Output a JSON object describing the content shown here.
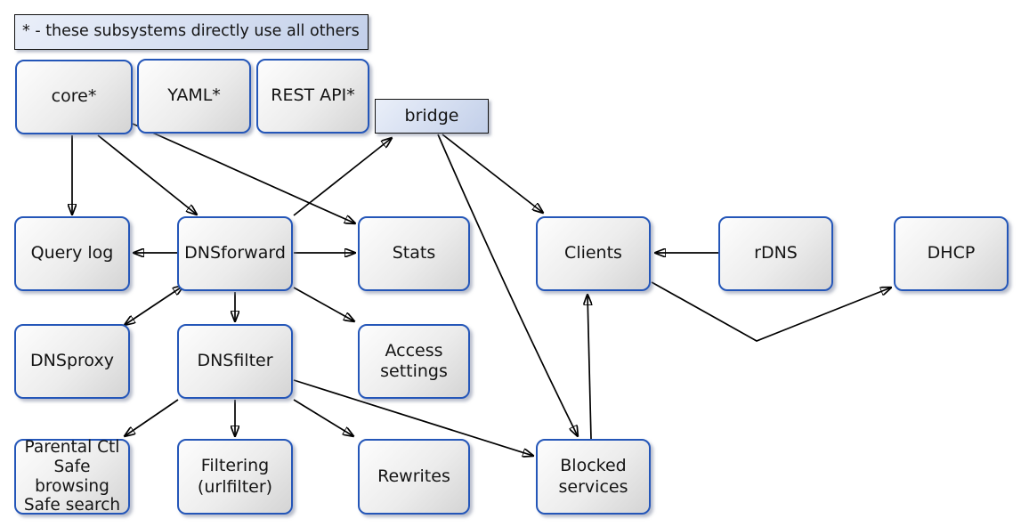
{
  "legend": {
    "text": "* - these subsystems directly use all others"
  },
  "nodes": {
    "core": {
      "label": "core*"
    },
    "yaml": {
      "label": "YAML*"
    },
    "restapi": {
      "label": "REST API*"
    },
    "bridge": {
      "label": "bridge"
    },
    "querylog": {
      "label": "Query log"
    },
    "dnsforward": {
      "label": "DNSforward"
    },
    "stats": {
      "label": "Stats"
    },
    "clients": {
      "label": "Clients"
    },
    "rdns": {
      "label": "rDNS"
    },
    "dhcp": {
      "label": "DHCP"
    },
    "dnsproxy": {
      "label": "DNSproxy"
    },
    "dnsfilter": {
      "label": "DNSfilter"
    },
    "access": {
      "label": "Access\nsettings"
    },
    "parental": {
      "label": "Parental Ctl\nSafe browsing\nSafe search"
    },
    "filtering": {
      "label": "Filtering\n(urlfilter)"
    },
    "rewrites": {
      "label": "Rewrites"
    },
    "blocked": {
      "label": "Blocked\nservices"
    }
  },
  "edges": [
    {
      "from": "core",
      "to": "querylog",
      "arrow": "forward"
    },
    {
      "from": "core",
      "to": "dnsforward",
      "arrow": "forward"
    },
    {
      "from": "core",
      "to": "stats",
      "arrow": "forward"
    },
    {
      "from": "dnsforward",
      "to": "bridge",
      "arrow": "forward"
    },
    {
      "from": "bridge",
      "to": "clients",
      "arrow": "forward"
    },
    {
      "from": "bridge",
      "to": "blocked",
      "arrow": "forward"
    },
    {
      "from": "dnsforward",
      "to": "querylog",
      "arrow": "forward"
    },
    {
      "from": "dnsforward",
      "to": "stats",
      "arrow": "forward"
    },
    {
      "from": "dnsforward",
      "to": "dnsproxy",
      "arrow": "both"
    },
    {
      "from": "dnsforward",
      "to": "dnsfilter",
      "arrow": "forward"
    },
    {
      "from": "dnsforward",
      "to": "access",
      "arrow": "forward"
    },
    {
      "from": "dnsfilter",
      "to": "parental",
      "arrow": "forward"
    },
    {
      "from": "dnsfilter",
      "to": "filtering",
      "arrow": "forward"
    },
    {
      "from": "dnsfilter",
      "to": "rewrites",
      "arrow": "forward"
    },
    {
      "from": "dnsfilter",
      "to": "blocked",
      "arrow": "forward"
    },
    {
      "from": "rdns",
      "to": "clients",
      "arrow": "forward"
    },
    {
      "from": "blocked",
      "to": "clients",
      "arrow": "forward"
    },
    {
      "from": "clients",
      "to": "dhcp",
      "arrow": "forward"
    }
  ],
  "colors": {
    "node_border": "#2456b8",
    "node_fill_start": "#fdfdfd",
    "node_fill_end": "#d4d4d4",
    "accent_border": "#111111",
    "accent_fill_start": "#eaeff9",
    "accent_fill_end": "#c2cfe9",
    "edge": "#000000"
  }
}
